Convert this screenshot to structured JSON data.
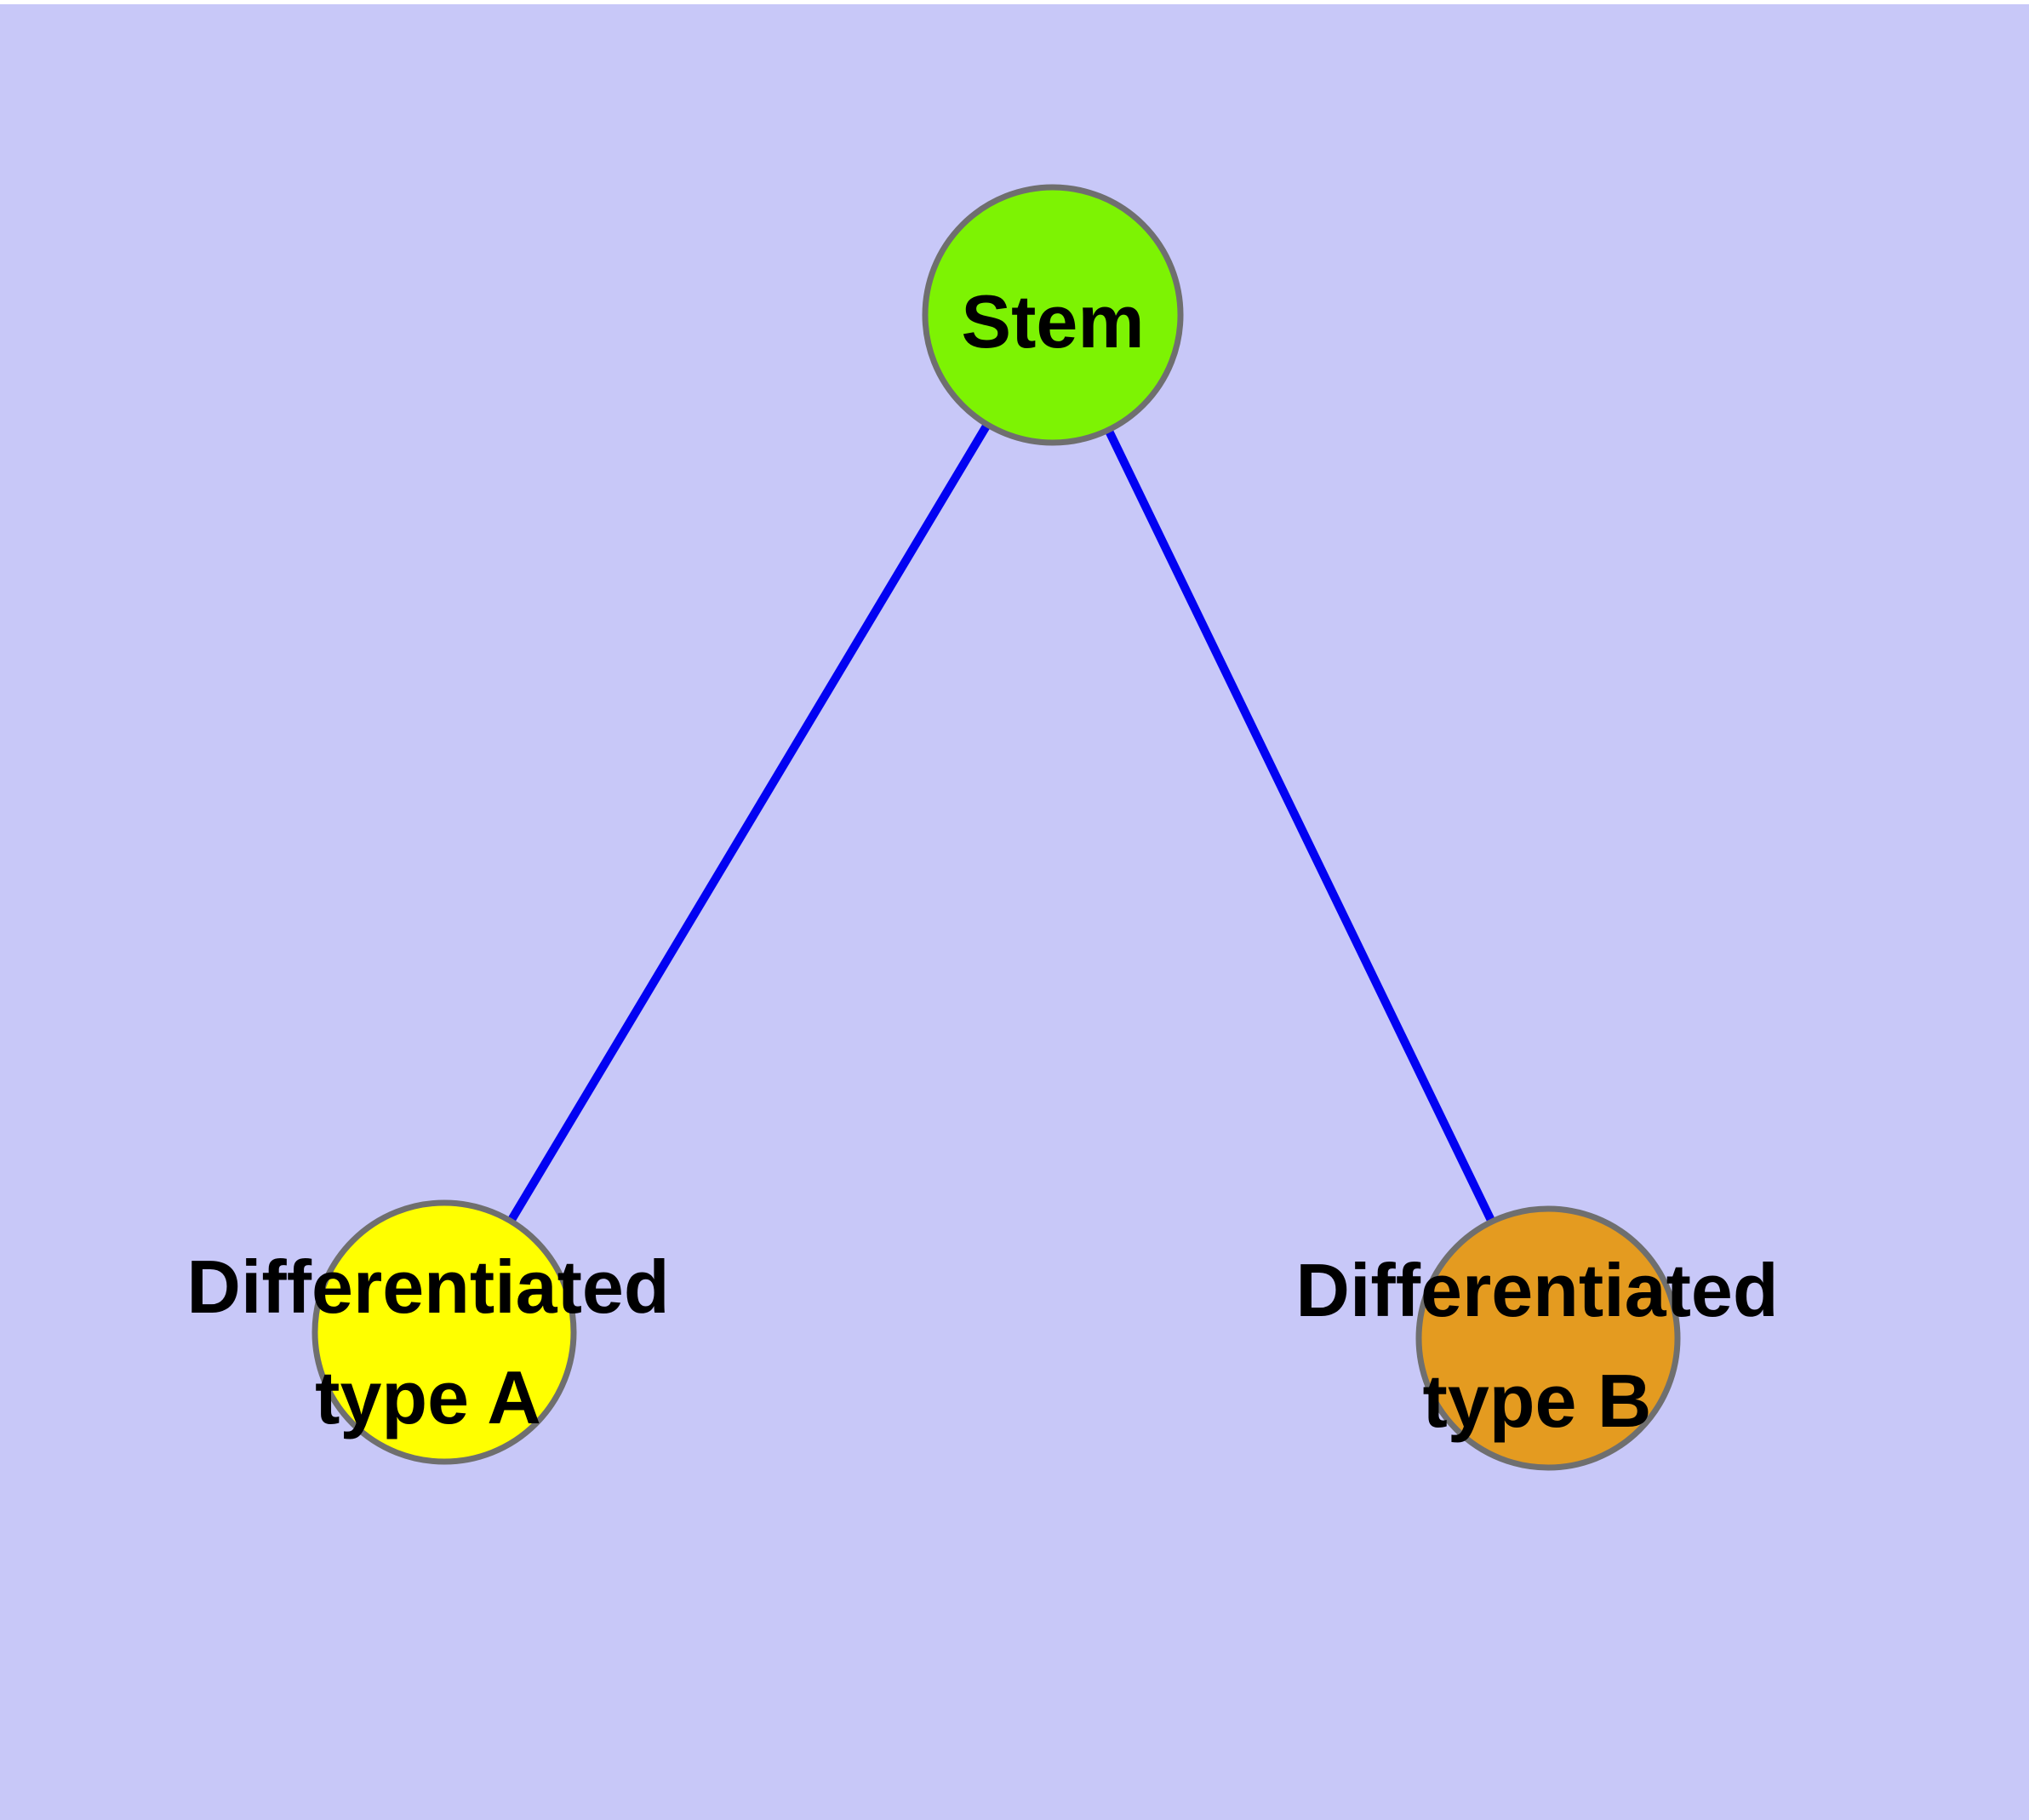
{
  "diagram": {
    "type": "graph",
    "background_color": "#C8C8F8",
    "top_strip_color": "#FFFFFF",
    "edge_color": "#0202F2",
    "node_border_color": "#6F6F6F",
    "label_color": "#000000",
    "nodes": [
      {
        "id": "stem",
        "label": "Stem",
        "fill": "#7DF303"
      },
      {
        "id": "differentiated-type-a",
        "label_line1": "Differentiated",
        "label_line2": "type A",
        "fill": "#FFFF00"
      },
      {
        "id": "differentiated-type-b",
        "label_line1": "Differentiated",
        "label_line2": "type B",
        "fill": "#E49B20"
      }
    ],
    "edges": [
      {
        "from": "stem",
        "to": "differentiated-type-a"
      },
      {
        "from": "stem",
        "to": "differentiated-type-b"
      }
    ]
  }
}
